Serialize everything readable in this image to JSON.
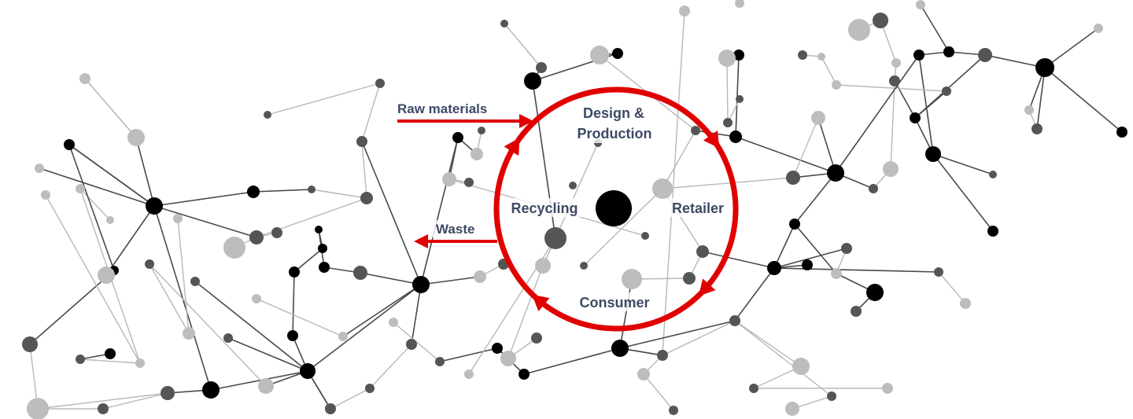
{
  "diagram": {
    "title": "",
    "stages": {
      "design": [
        "Design &",
        "Production"
      ],
      "retailer": "Retailer",
      "consumer": "Consumer",
      "recycling": "Recycling"
    },
    "inputs": {
      "raw_materials": "Raw materials"
    },
    "outputs": {
      "waste": "Waste"
    },
    "colors": {
      "cycle": "#e00000",
      "label": "#3d4a66",
      "node_dark": "#000000",
      "node_mid": "#555555",
      "node_light": "#bdbdbd"
    },
    "background": "molecular network of connected grey and black nodes"
  }
}
